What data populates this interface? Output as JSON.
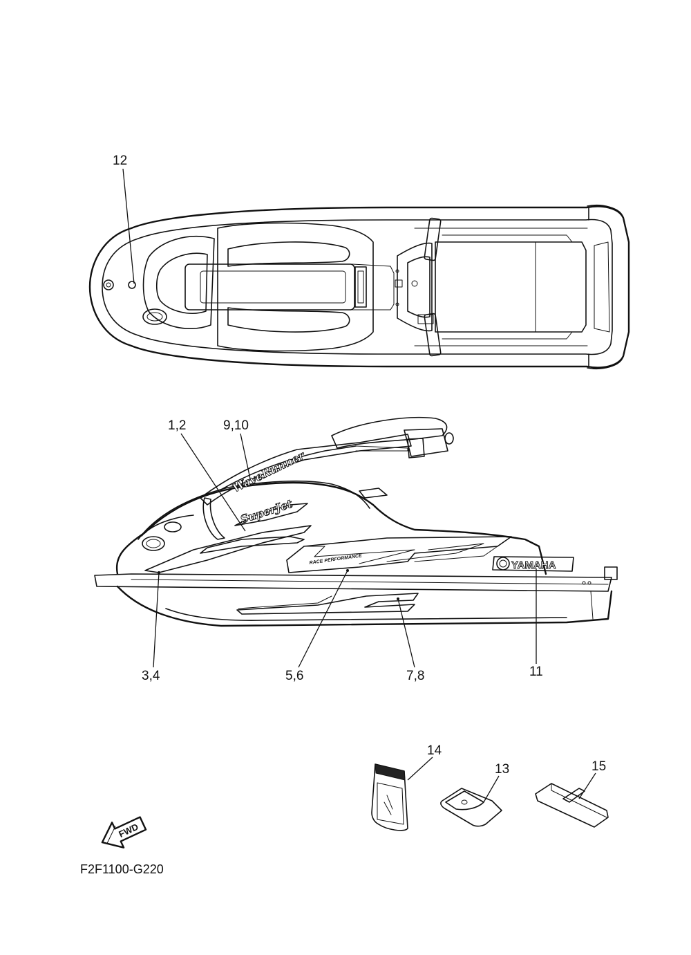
{
  "diagram_code": "F2F1100-G220",
  "fwd_label": "FWD",
  "callouts": {
    "c12": "12",
    "c1_2": "1,2",
    "c9_10": "9,10",
    "c3_4": "3,4",
    "c5_6": "5,6",
    "c7_8": "7,8",
    "c11": "11",
    "c14": "14",
    "c13": "13",
    "c15": "15"
  },
  "graphics": {
    "yamaha": "YAMAHA",
    "waverunner": "WaveRunner",
    "superjet": "SuperJet",
    "race_performance": "RACE PERFORMANCE"
  }
}
